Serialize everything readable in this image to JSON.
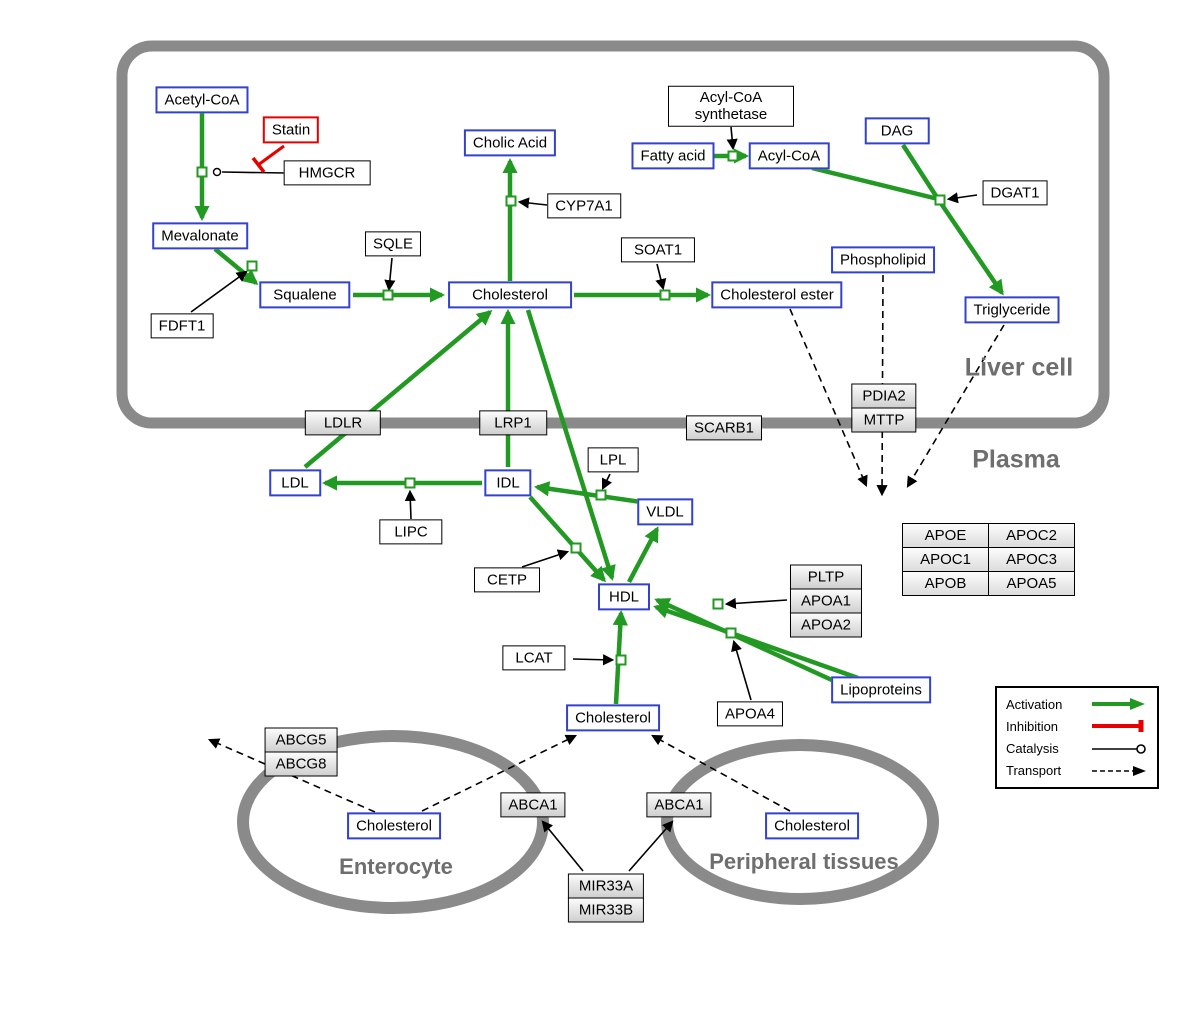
{
  "compartments": {
    "liver": "Liver cell",
    "plasma": "Plasma",
    "enterocyte": "Enterocyte",
    "peripheral": "Peripheral tissues"
  },
  "nodes": {
    "acetyl_coa": "Acetyl-CoA",
    "statin": "Statin",
    "hmgcr": "HMGCR",
    "mevalonate": "Mevalonate",
    "fdft1": "FDFT1",
    "squalene": "Squalene",
    "sqle": "SQLE",
    "cholesterol_liver": "Cholesterol",
    "cholic_acid": "Cholic Acid",
    "cyp7a1": "CYP7A1",
    "soat1": "SOAT1",
    "cholesterol_ester": "Cholesterol ester",
    "acyl_coa_synthetase": "Acyl-CoA synthetase",
    "fatty_acid": "Fatty acid",
    "acyl_coa": "Acyl-CoA",
    "dag": "DAG",
    "dgat1": "DGAT1",
    "phospholipid": "Phospholipid",
    "triglyceride": "Triglyceride",
    "ldlr": "LDLR",
    "lrp1": "LRP1",
    "scarb1": "SCARB1",
    "pdia2": "PDIA2",
    "mttp": "MTTP",
    "ldl": "LDL",
    "idl": "IDL",
    "lpl": "LPL",
    "vldl": "VLDL",
    "lipc": "LIPC",
    "cetp": "CETP",
    "hdl": "HDL",
    "lcat": "LCAT",
    "pltp": "PLTP",
    "apoa1": "APOA1",
    "apoa2": "APOA2",
    "apoa4": "APOA4",
    "lipoproteins": "Lipoproteins",
    "cholesterol_plasma": "Cholesterol",
    "abcg5": "ABCG5",
    "abcg8": "ABCG8",
    "cholesterol_enterocyte": "Cholesterol",
    "cholesterol_peripheral": "Cholesterol",
    "abca1_left": "ABCA1",
    "abca1_right": "ABCA1",
    "mir33a": "MIR33A",
    "mir33b": "MIR33B"
  },
  "apo_table": {
    "rows": [
      [
        "APOE",
        "APOC2"
      ],
      [
        "APOC1",
        "APOC3"
      ],
      [
        "APOB",
        "APOA5"
      ]
    ]
  },
  "legend": {
    "activation": "Activation",
    "inhibition": "Inhibition",
    "catalysis": "Catalysis",
    "transport": "Transport"
  },
  "colors": {
    "activation_green": "#229922",
    "inhibition_red": "#e60000",
    "metabolite_blue": "#3342cd",
    "compartment_gray": "#8a8a8a"
  }
}
